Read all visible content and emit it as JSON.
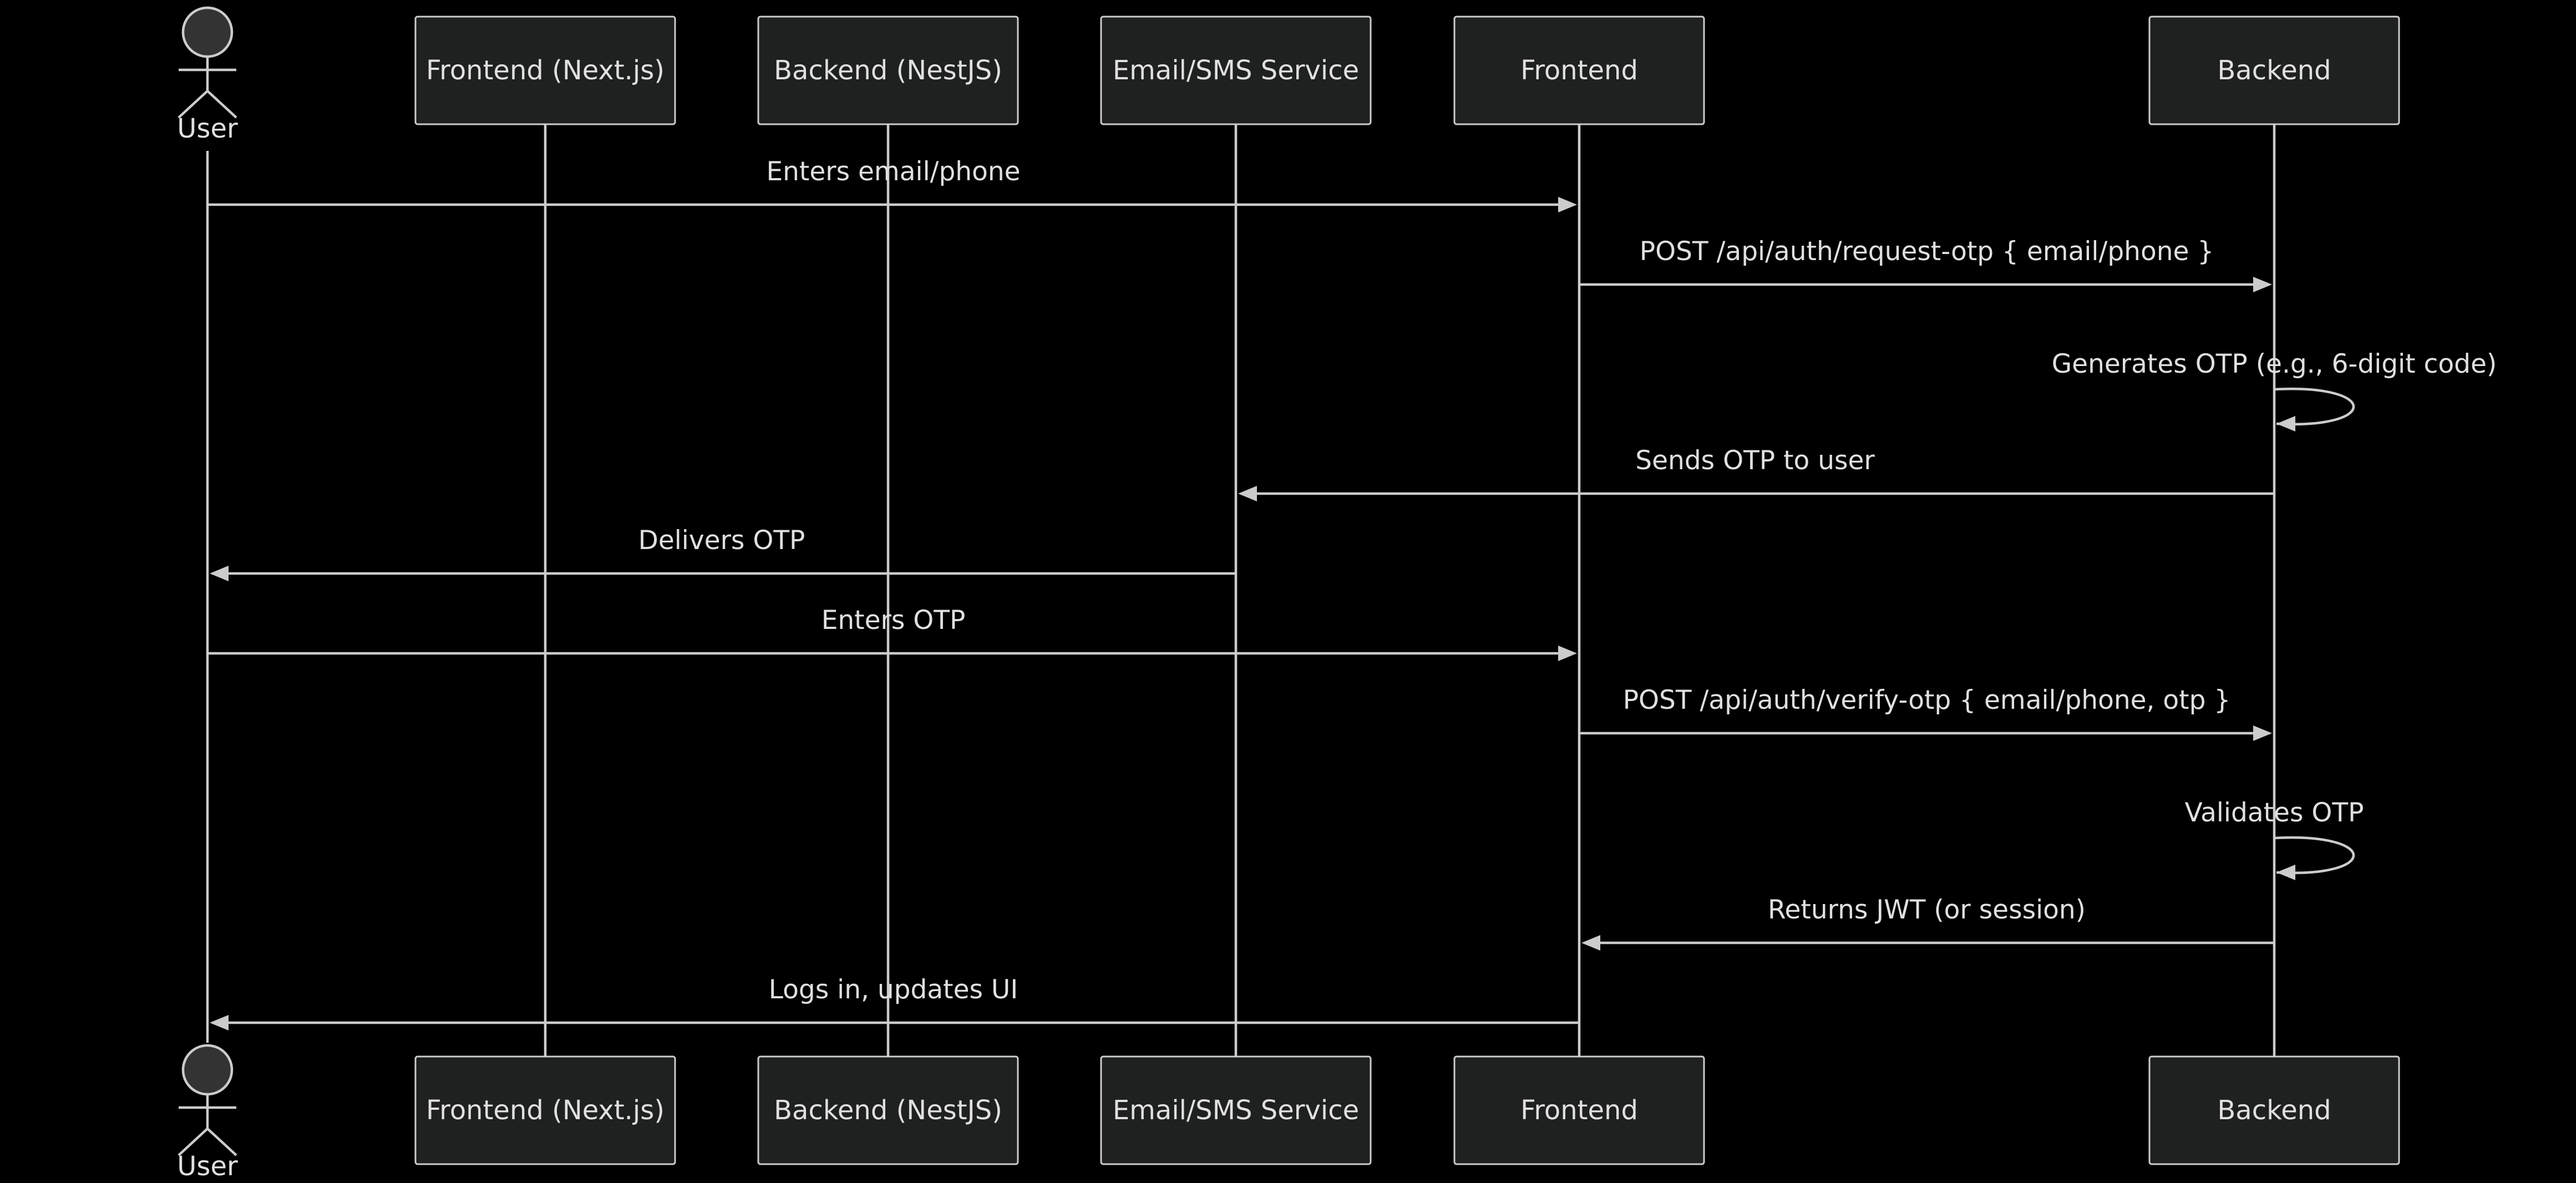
{
  "colors": {
    "background": "#000000",
    "line": "#cccccc",
    "box_fill": "#1f2020",
    "text": "#e0e0e0"
  },
  "participants": [
    {
      "id": "user",
      "label": "User",
      "kind": "actor"
    },
    {
      "id": "fe_next",
      "label": "Frontend (Next.js)",
      "kind": "box"
    },
    {
      "id": "be_nest",
      "label": "Backend (NestJS)",
      "kind": "box"
    },
    {
      "id": "email_sms",
      "label": "Email/SMS Service",
      "kind": "box"
    },
    {
      "id": "frontend",
      "label": "Frontend",
      "kind": "box"
    },
    {
      "id": "backend",
      "label": "Backend",
      "kind": "box"
    }
  ],
  "messages": [
    {
      "from": "user",
      "to": "frontend",
      "label": "Enters email/phone"
    },
    {
      "from": "frontend",
      "to": "backend",
      "label": "POST /api/auth/request-otp { email/phone }"
    },
    {
      "from": "backend",
      "to": "backend",
      "label": "Generates OTP (e.g., 6-digit code)"
    },
    {
      "from": "backend",
      "to": "email_sms",
      "label": "Sends OTP to user"
    },
    {
      "from": "email_sms",
      "to": "user",
      "label": "Delivers OTP"
    },
    {
      "from": "user",
      "to": "frontend",
      "label": "Enters OTP"
    },
    {
      "from": "frontend",
      "to": "backend",
      "label": "POST /api/auth/verify-otp { email/phone, otp }"
    },
    {
      "from": "backend",
      "to": "backend",
      "label": "Validates OTP"
    },
    {
      "from": "backend",
      "to": "frontend",
      "label": "Returns JWT (or session)"
    },
    {
      "from": "frontend",
      "to": "user",
      "label": "Logs in, updates UI"
    }
  ]
}
